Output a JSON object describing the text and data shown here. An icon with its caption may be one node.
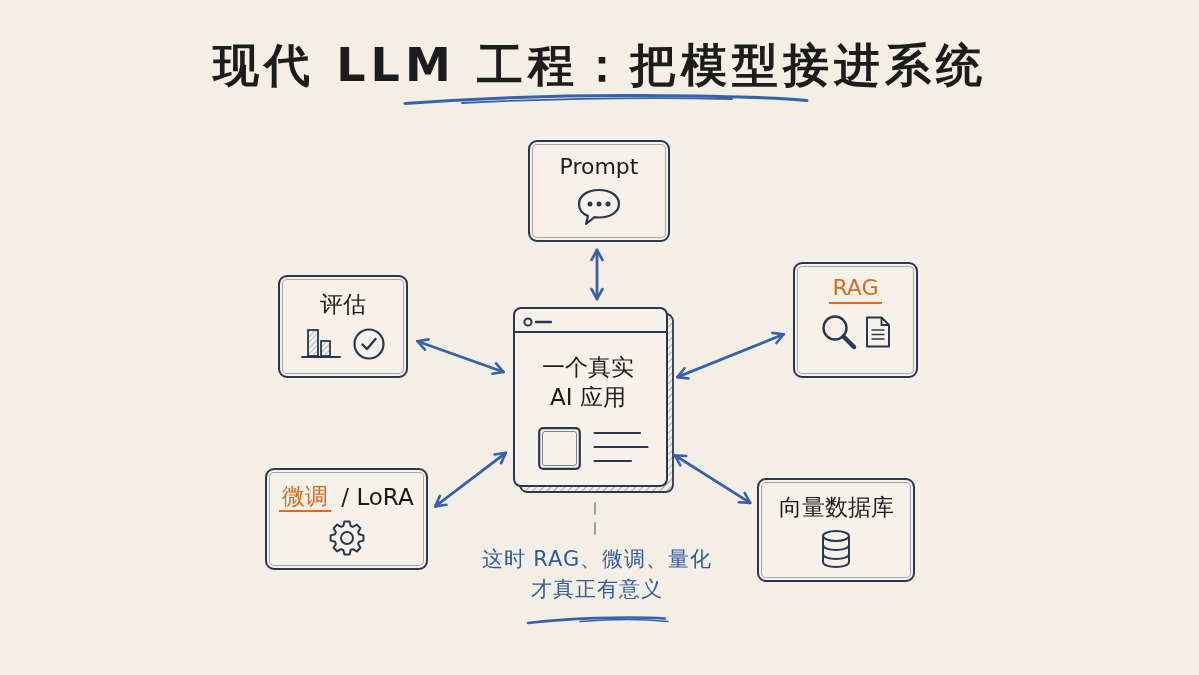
{
  "diagram": {
    "title": "现代 LLM 工程：把模型接进系统",
    "nodes": [
      {
        "text": [
          "Prompt"
        ]
      },
      {
        "text": [
          "评估"
        ]
      },
      {
        "text": [
          "一个真实AI 应用"
        ]
      },
      {
        "text": [
          "RAG"
        ]
      },
      {
        "text": [
          "微调",
          "/ LoRA"
        ]
      },
      {
        "text": [
          "向量数据库"
        ]
      },
      {
        "text": [
          "这时 RAG、微调、量化才真正有意义"
        ]
      }
    ],
    "edges": [
      {
        "from": 0,
        "to": 2,
        "arrow": "both"
      },
      {
        "from": 1,
        "to": 2,
        "arrow": "both"
      },
      {
        "from": 3,
        "to": 2,
        "arrow": "both"
      },
      {
        "from": 4,
        "to": 2,
        "arrow": "both"
      },
      {
        "from": 5,
        "to": 2,
        "arrow": "both"
      },
      {
        "from": 6,
        "to": 2,
        "arrow": "none",
        "style": "dashed",
        "color": "#8e98aa"
      }
    ]
  }
}
